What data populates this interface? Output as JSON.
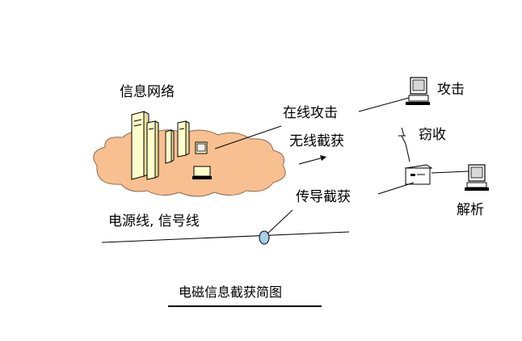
{
  "labels": {
    "network": "信息网络",
    "online_attack": "在线攻击",
    "attack": "攻击",
    "wireless_intercept": "无线截获",
    "eavesdrop": "窃收",
    "conducted_intercept": "传导截获",
    "power_signal_lines": "电源线, 信号线",
    "analyze": "解析",
    "caption": "电磁信息截获简图"
  },
  "colors": {
    "cloud_fill": "#f8c090",
    "tower_fill": "#ffffcc",
    "stroke": "#000000",
    "tap_fill": "#a8d0e8"
  },
  "icons": [
    "cloud-shape",
    "server-tower-icon",
    "computer-icon",
    "laptop-icon",
    "receiver-box-icon",
    "antenna-icon",
    "signal-tap-icon"
  ]
}
